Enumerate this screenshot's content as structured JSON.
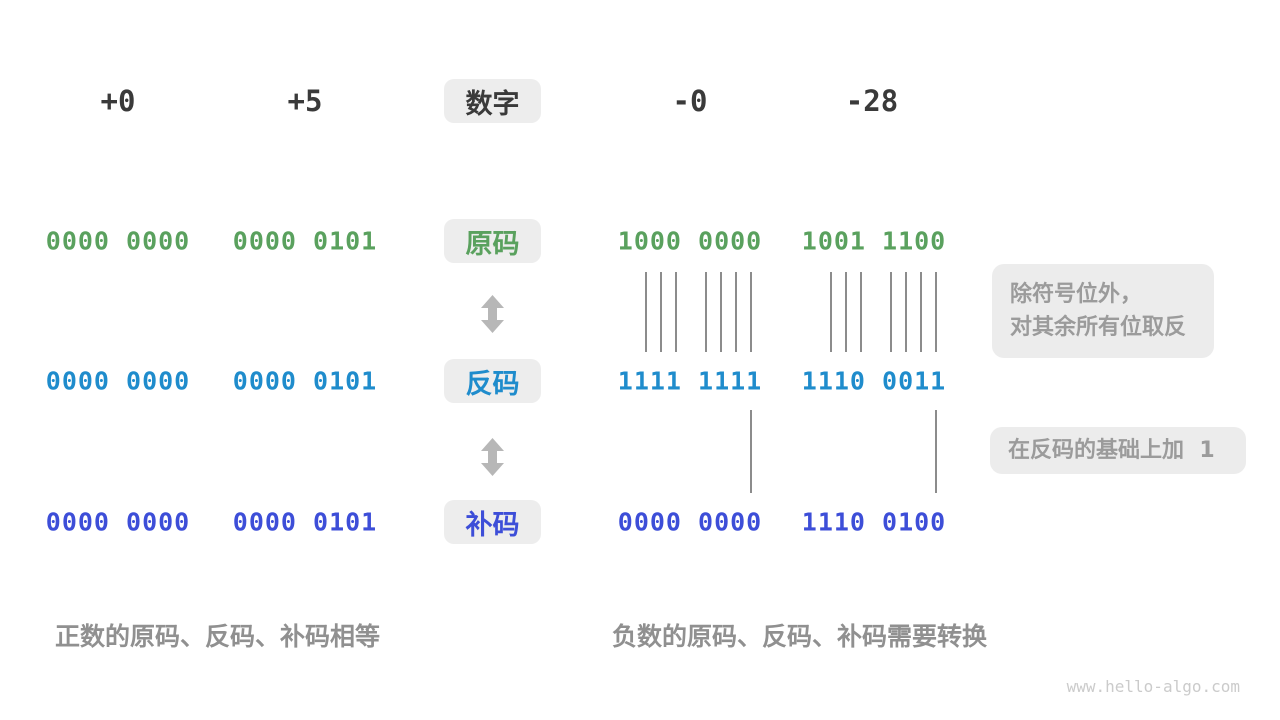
{
  "header": {
    "columns": [
      "+0",
      "+5",
      "-0",
      "-28"
    ],
    "row_label": "数字",
    "text_color": "#3a3a3a"
  },
  "rows": [
    {
      "label": "原码",
      "color": "#5aa15e",
      "values": [
        "0000 0000",
        "0000 0101",
        "1000 0000",
        "1001 1100"
      ]
    },
    {
      "label": "反码",
      "color": "#1f8ccc",
      "values": [
        "0000 0000",
        "0000 0101",
        "1111 1111",
        "1110 0011"
      ]
    },
    {
      "label": "补码",
      "color": "#3d4ed8",
      "values": [
        "0000 0000",
        "0000 0101",
        "0000 0000",
        "1110 0100"
      ]
    }
  ],
  "annotations": {
    "flip_note": {
      "line1": "除符号位外，",
      "line2": "对其余所有位取反"
    },
    "add_one_note": "在反码的基础上加  1"
  },
  "captions": {
    "positive": "正数的原码、反码、补码相等",
    "negative": "负数的原码、反码、补码需要转换"
  },
  "watermark": "www.hello-algo.com",
  "ui_colors": {
    "box_background": "#ededed",
    "line_gray": "#8c8c8c",
    "arrow_gray": "#b7b7b7"
  }
}
